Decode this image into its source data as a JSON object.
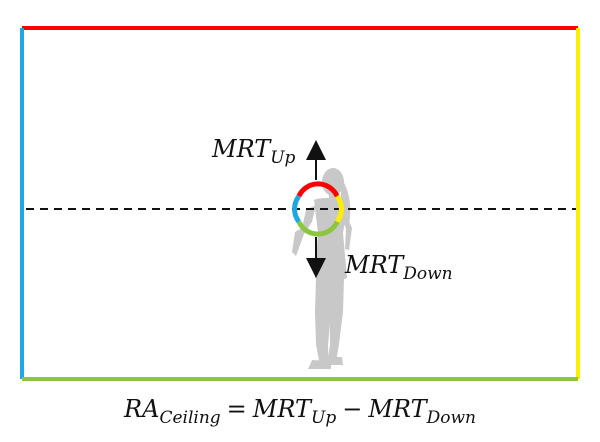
{
  "labels": {
    "up": {
      "base": "MRT",
      "sub": "Up"
    },
    "down": {
      "base": "MRT",
      "sub": "Down"
    }
  },
  "equation": {
    "lhs_base": "RA",
    "lhs_sub": "Ceiling",
    "eq": "=",
    "term1_base": "MRT",
    "term1_sub": "Up",
    "minus": "−",
    "term2_base": "MRT",
    "term2_sub": "Down"
  },
  "colors": {
    "ceiling": "#ff0000",
    "left_wall": "#1ea7e1",
    "right_wall": "#ffee00",
    "floor": "#8cc63f",
    "silhouette": "#c8c8c8",
    "dashed_line": "#111111"
  }
}
